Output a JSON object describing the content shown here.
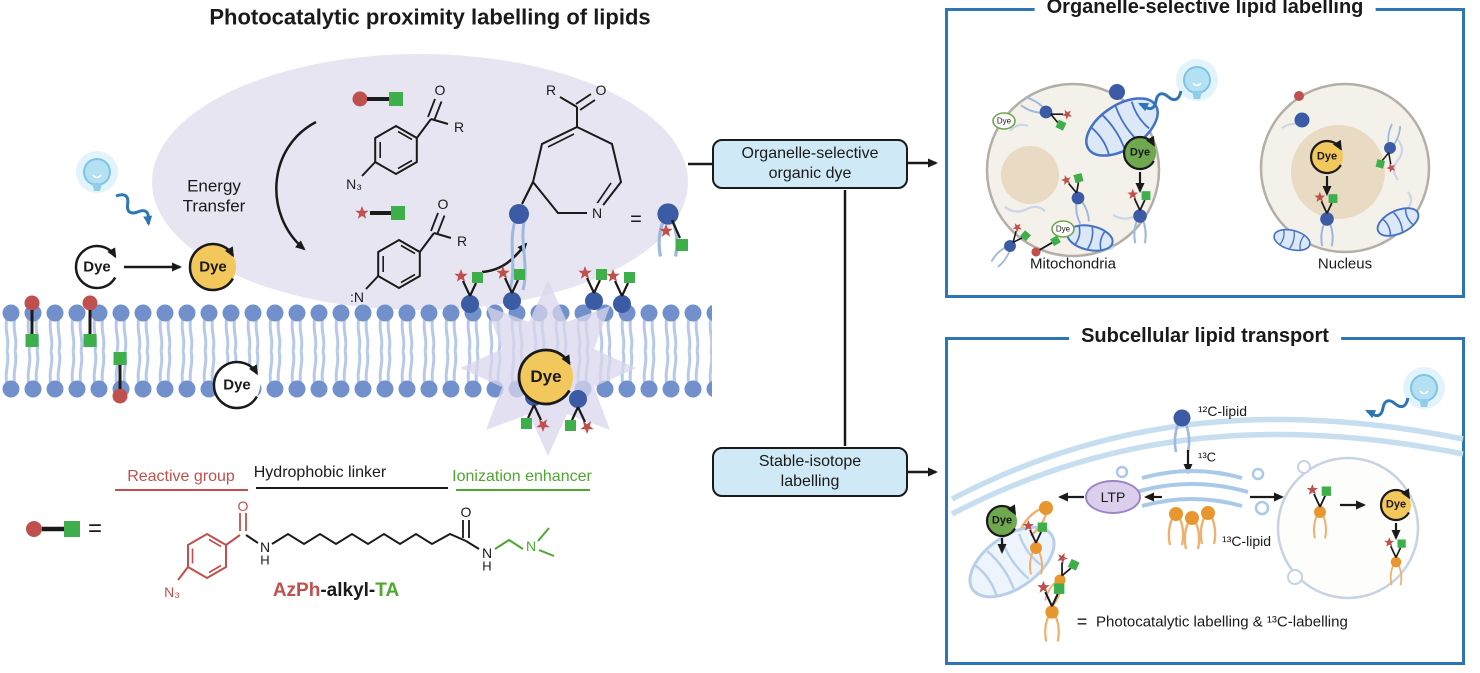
{
  "equals": "=",
  "colors": {
    "accent_blue": "#2e75b6",
    "panel_border": "#2e75b6",
    "flow_box_fill": "#cfe9f7",
    "scheme_blob_lavender": "#e7e5f2",
    "membrane_head_blue": "#7291cc",
    "membrane_tail_blue": "#b6c9e8",
    "dye_yellow": "#f2c75c",
    "dye_green": "#6fa84f",
    "reactive_red": "#c0504d",
    "enhancer_green": "#4ea72e",
    "probe_square_green": "#3faf4b",
    "lipid_navy": "#3b5ba5",
    "isotope_orange": "#e8962e",
    "ltp_purple": "#dccfee",
    "nucleus_tan": "#e8dac3",
    "mitochondria_blue": "#4472c4"
  },
  "icons": {
    "light_bulb": "glowing-bulb-shape",
    "excitation": "wavy-blue-arrow",
    "catalytic_cycle": "circular-arrow-around-dye"
  },
  "left": {
    "title": "Photocatalytic proximity labelling of lipids",
    "energy_transfer": "Energy Transfer",
    "dye": "Dye",
    "chem": {
      "azide": "N₃",
      "nitrene": ":N",
      "oxygen": "O",
      "r_group": "R",
      "nitrogen": "N",
      "hydrogen": "H"
    },
    "probe": {
      "reactive_group": "Reactive group",
      "hydrophobic_linker": "Hydrophobic linker",
      "ionization_enhancer": "Ionization enhancer",
      "name_reactive": "AzPh",
      "name_linker": "-alkyl-",
      "name_enhancer": "TA"
    }
  },
  "flow": {
    "organelle_box": "Organelle-selective organic dye",
    "isotope_box": "Stable-isotope labelling"
  },
  "panel_top": {
    "title": "Organelle-selective lipid labelling",
    "dye": "Dye",
    "mitochondria": "Mitochondria",
    "nucleus": "Nucleus"
  },
  "panel_bottom": {
    "title": "Subcellular lipid transport",
    "c12_lipid": "¹²C-lipid",
    "c13": "¹³C",
    "c13_lipid": "¹³C-lipid",
    "ltp": "LTP",
    "dye": "Dye",
    "legend": "Photocatalytic labelling & ¹³C-labelling"
  }
}
